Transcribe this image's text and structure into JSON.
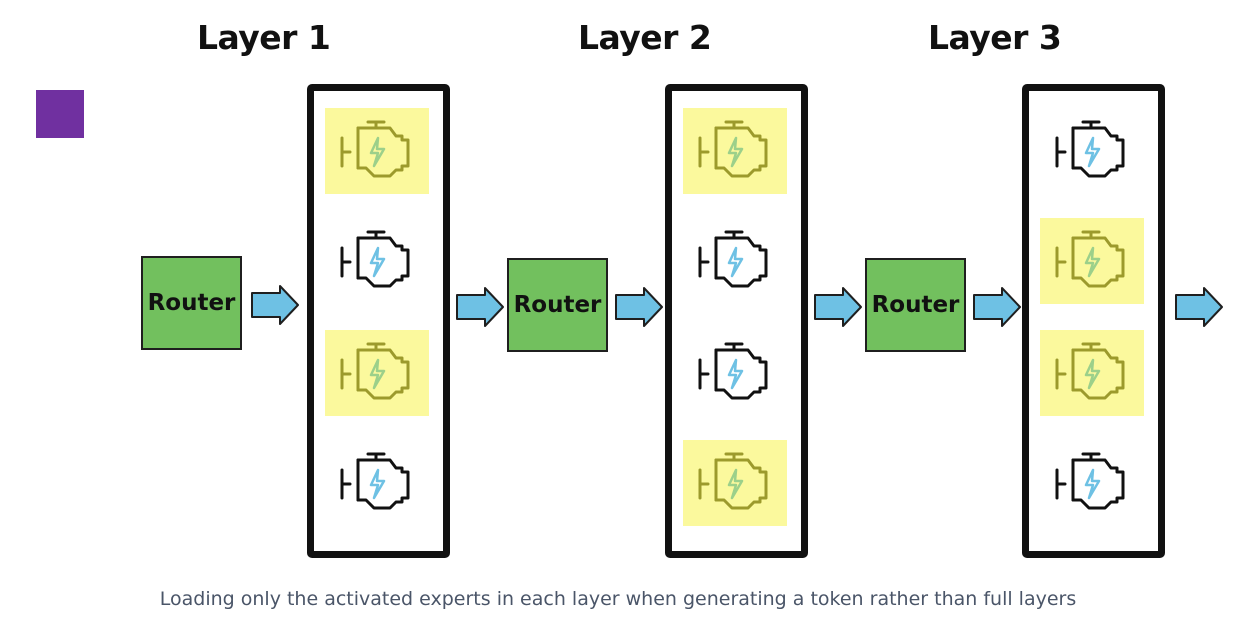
{
  "layers": [
    {
      "title": "Layer 1",
      "router_label": "Router",
      "experts": [
        {
          "active": true,
          "icon": "engine-icon"
        },
        {
          "active": false,
          "icon": "engine-icon"
        },
        {
          "active": true,
          "icon": "engine-icon"
        },
        {
          "active": false,
          "icon": "engine-icon"
        }
      ]
    },
    {
      "title": "Layer 2",
      "router_label": "Router",
      "experts": [
        {
          "active": true,
          "icon": "engine-icon"
        },
        {
          "active": false,
          "icon": "engine-icon"
        },
        {
          "active": false,
          "icon": "engine-icon"
        },
        {
          "active": true,
          "icon": "engine-icon"
        }
      ]
    },
    {
      "title": "Layer 3",
      "router_label": "Router",
      "experts": [
        {
          "active": false,
          "icon": "engine-icon"
        },
        {
          "active": true,
          "icon": "engine-icon"
        },
        {
          "active": true,
          "icon": "engine-icon"
        },
        {
          "active": false,
          "icon": "engine-icon"
        }
      ]
    }
  ],
  "caption": "Loading only the activated experts in each layer when generating a token rather than full layers",
  "colors": {
    "router": "#72c05e",
    "arrow": "#6ec1e4",
    "active_highlight": "#fbf99d",
    "active_icon": "#9c9a2c",
    "inactive_icon": "#111111",
    "bolt": "#6ec1e4",
    "marker": "#7030a0"
  }
}
